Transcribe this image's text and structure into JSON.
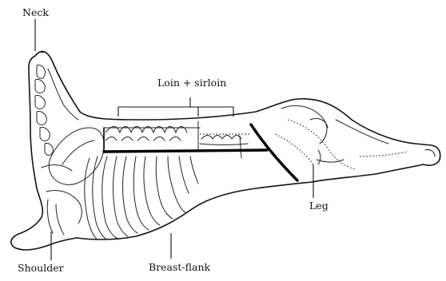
{
  "labels": {
    "neck": "Neck",
    "loin_sirloin": "Loin + sirloin",
    "leg": "Leg",
    "shoulder": "Shoulder",
    "breast_flank": "Breast-flank"
  }
}
